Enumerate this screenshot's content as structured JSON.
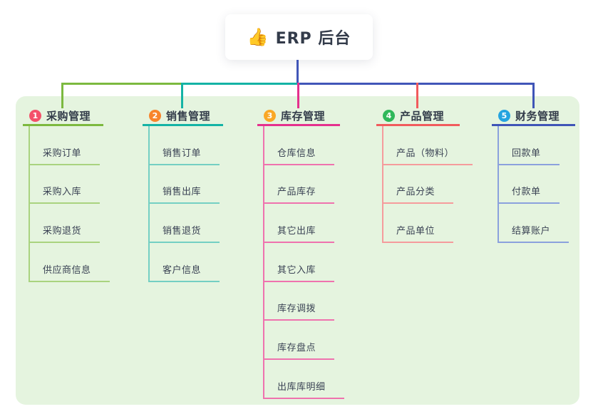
{
  "root": {
    "emoji": "👍",
    "emoji_name": "thumbs-up-icon",
    "title": "ERP 后台"
  },
  "canvas": {
    "page_background": "#ffffff",
    "panel_background": "#e5f4df"
  },
  "connector_colors": {
    "trunk": "#4156b8",
    "bus_segments": [
      "#7cb93f",
      "#14b3a5",
      "#4156b8"
    ]
  },
  "branches": [
    {
      "badge": "1",
      "badge_color": "#f4506a",
      "line_color": "#7cb93f",
      "child_line_color": "#a9d37f",
      "title": "采购管理",
      "children": [
        "采购订单",
        "采购入库",
        "采购退货",
        "供应商信息"
      ]
    },
    {
      "badge": "2",
      "badge_color": "#f8842c",
      "line_color": "#14b3a5",
      "child_line_color": "#74cfc3",
      "title": "销售管理",
      "children": [
        "销售订单",
        "销售出库",
        "销售退货",
        "客户信息"
      ]
    },
    {
      "badge": "3",
      "badge_color": "#f9a826",
      "line_color": "#e5308e",
      "child_line_color": "#ef72ae",
      "title": "库存管理",
      "children": [
        "仓库信息",
        "产品库存",
        "其它出库",
        "其它入库",
        "库存调拨",
        "库存盘点",
        "出库库明细"
      ]
    },
    {
      "badge": "4",
      "badge_color": "#2fb85a",
      "line_color": "#f15b5d",
      "child_line_color": "#f59b9c",
      "title": "产品管理",
      "children": [
        "产品（物料）",
        "产品分类",
        "产品单位"
      ]
    },
    {
      "badge": "5",
      "badge_color": "#25a4e0",
      "line_color": "#3f55b7",
      "child_line_color": "#8ba1dd",
      "title": "财务管理",
      "children": [
        "回款单",
        "付款单",
        "结算账户"
      ]
    }
  ]
}
